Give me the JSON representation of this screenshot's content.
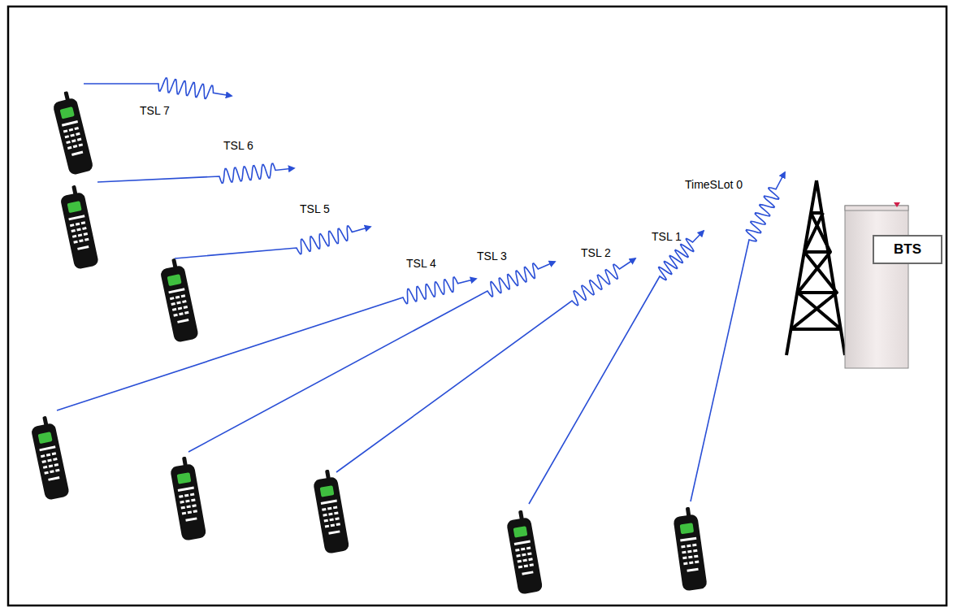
{
  "diagram": {
    "nodes": [
      {
        "text": [
          "BTS"
        ]
      }
    ],
    "labels": [
      "TSL 7",
      "TSL 6",
      "TSL 5",
      "TSL 4",
      "TSL 3",
      "TSL 2",
      "TSL 1",
      "TimeSLot 0"
    ]
  }
}
